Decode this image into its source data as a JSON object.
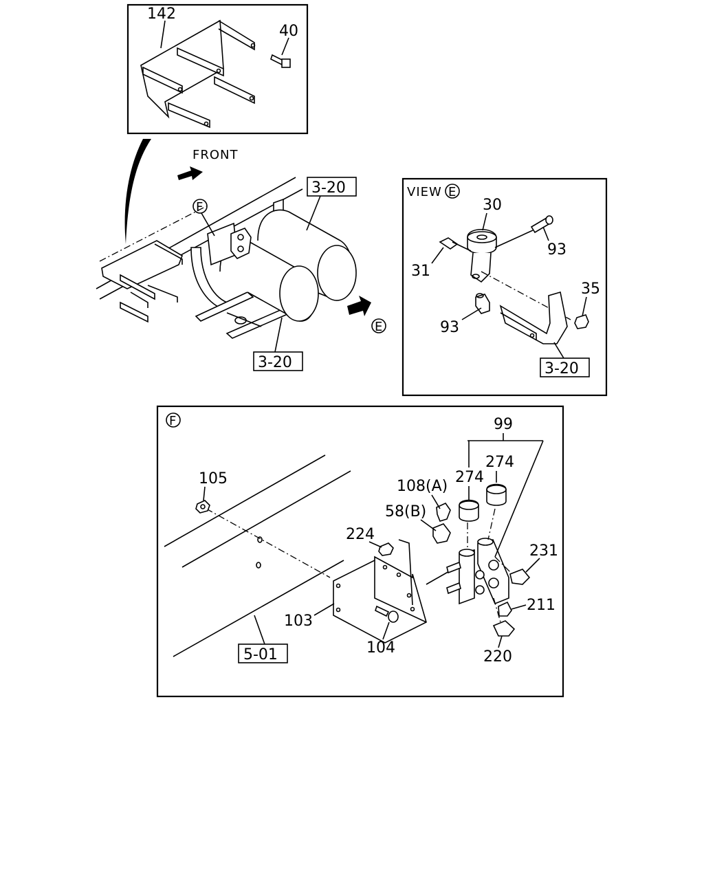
{
  "labels": {
    "p142": "142",
    "p40": "40",
    "front": "FRONT",
    "ref320_a": "3-20",
    "ref320_b": "3-20",
    "ref320_c": "3-20",
    "circle_f": "F",
    "circle_e": "E",
    "view": "VIEW",
    "view_circle_e": "E",
    "p30": "30",
    "p93a": "93",
    "p93b": "93",
    "p31": "31",
    "p35": "35",
    "detail_f": "F",
    "p99": "99",
    "p274a": "274",
    "p274b": "274",
    "p105": "105",
    "p108a": "108(A)",
    "p58b": "58(B)",
    "p224": "224",
    "p231": "231",
    "p211": "211",
    "p103": "103",
    "p104": "104",
    "p220": "220",
    "ref501": "5-01"
  }
}
